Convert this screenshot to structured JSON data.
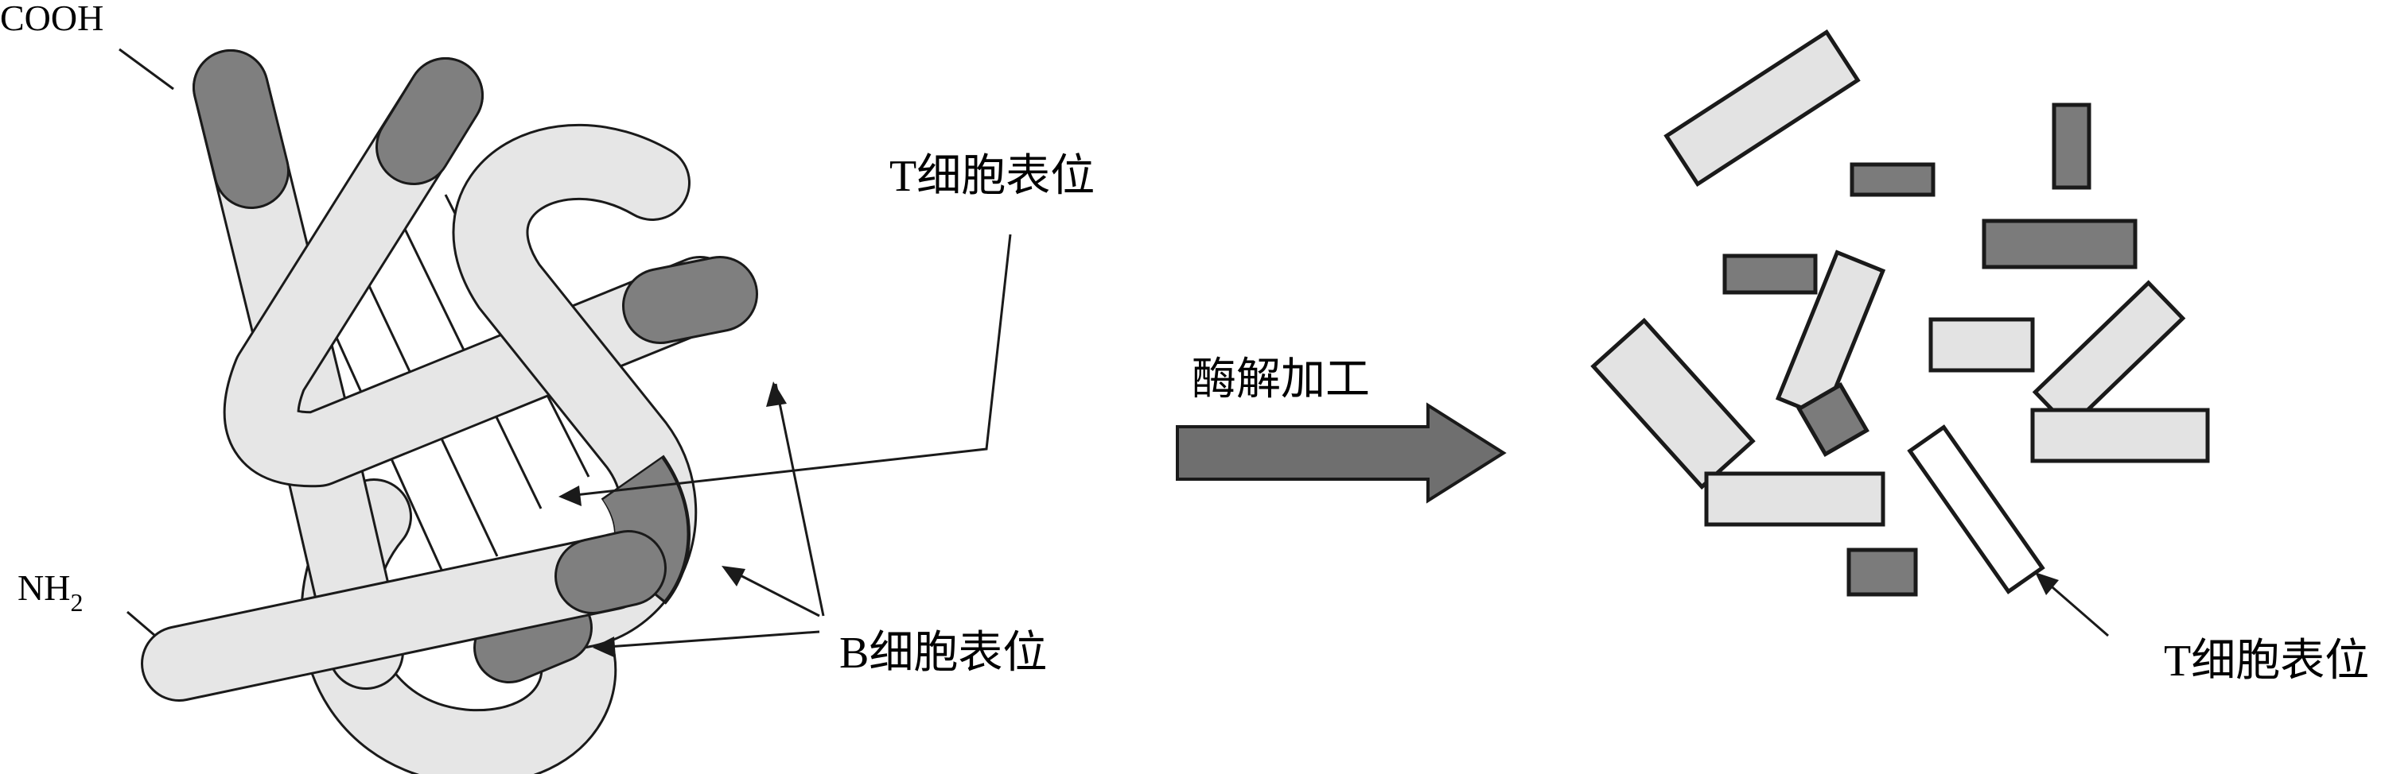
{
  "labels": {
    "cooh": "COOH",
    "nh2_base": "NH",
    "nh2_sub": "2",
    "t_epitope_top": "T细胞表位",
    "b_epitope": "B细胞表位",
    "enzyme_processing": "酶解加工",
    "t_epitope_right": "T细胞表位"
  },
  "colors": {
    "tube_fill": "#e6e6e6",
    "epitope_fill": "#7f7f7f",
    "outline": "#1a1a1a",
    "arrow_fill": "#6f6f6f",
    "fragment_light": "#e3e3e3",
    "fragment_dark": "#7b7b7b",
    "fragment_white": "#ffffff"
  }
}
